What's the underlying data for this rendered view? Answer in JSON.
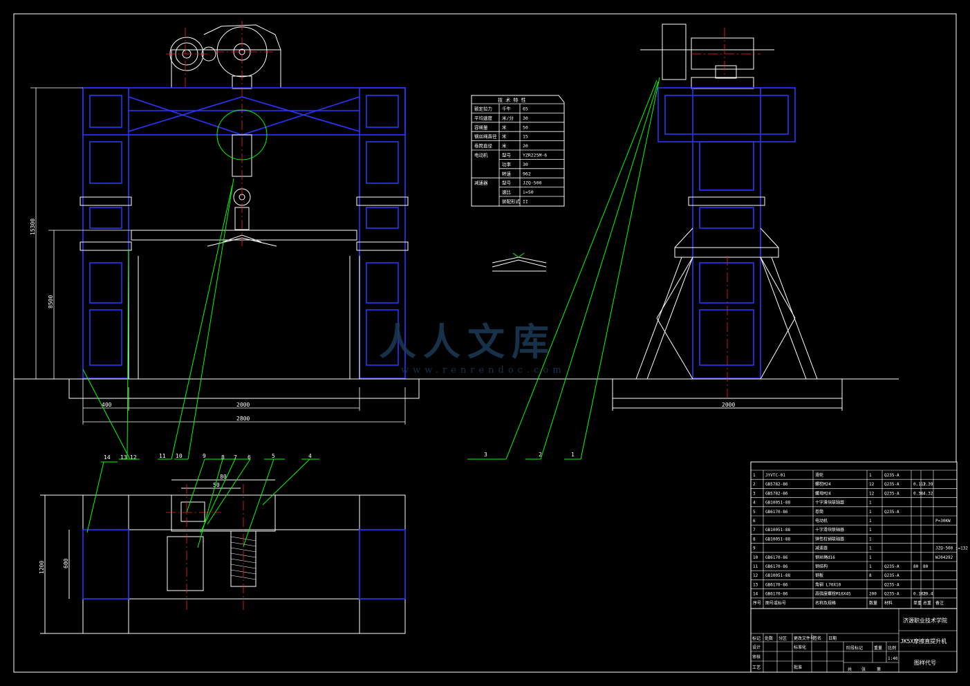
{
  "colors": {
    "background": "#000000",
    "frame": "#ffffff",
    "structure": "#2a35ff",
    "leader": "#00ff00",
    "centerline": "#ff2020",
    "text": "#ffffff",
    "watermark": "#1c3a55"
  },
  "dimensions": {
    "total_height": "15300",
    "inner_height": "8500",
    "left_offset": "400",
    "inner_width": "2000",
    "total_width": "2800",
    "side_width": "2000",
    "plan_width_a": "80",
    "plan_width_b": "50",
    "plan_height_a": "1200",
    "plan_height_b": "600"
  },
  "balloons": [
    "1",
    "2",
    "3",
    "4",
    "5",
    "6",
    "7",
    "8",
    "9",
    "10",
    "11",
    "12",
    "13",
    "14"
  ],
  "tech_table": {
    "title": "技 术 特 性",
    "rows": [
      {
        "label": "额定拉力",
        "unit": "千牛",
        "value": "65"
      },
      {
        "label": "平均速度",
        "unit": "米/分",
        "value": "30"
      },
      {
        "label": "容绳量",
        "unit": "米",
        "value": "50"
      },
      {
        "label": "钢丝绳直径",
        "unit": "米",
        "value": "15"
      },
      {
        "label": "卷筒直径",
        "unit": "米",
        "value": "20"
      },
      {
        "label": "电动机",
        "unit": "型号",
        "value": "YZR225M-6"
      },
      {
        "label": "",
        "unit": "功率",
        "value": "30"
      },
      {
        "label": "",
        "unit": "转速",
        "value": "962"
      },
      {
        "label": "减速器",
        "unit": "型号",
        "value": "JZQ-500"
      },
      {
        "label": "",
        "unit": "速比",
        "value": "i=50"
      },
      {
        "label": "",
        "unit": "装配形式",
        "value": "II"
      }
    ]
  },
  "parts_list": {
    "rows": [
      {
        "no": "1",
        "code": "JYVTC-01",
        "name": "滑轮",
        "qty": "1",
        "mat": "Q235-A",
        "w1": "",
        "w2": "",
        "note": ""
      },
      {
        "no": "2",
        "code": "GB5782-86",
        "name": "螺栓M24",
        "qty": "12",
        "mat": "Q235-A",
        "w1": "0.112",
        "w2": "1.39",
        "note": ""
      },
      {
        "no": "3",
        "code": "GB5782-86",
        "name": "螺母M24",
        "qty": "12",
        "mat": "Q235-A",
        "w1": "0.36",
        "w2": "4.32",
        "note": ""
      },
      {
        "no": "4",
        "code": "GB10051-88",
        "name": "十字滑块联轴器",
        "qty": "1",
        "mat": "",
        "w1": "",
        "w2": "",
        "note": ""
      },
      {
        "no": "5",
        "code": "GB6170-86",
        "name": "卷筒",
        "qty": "1",
        "mat": "Q235-A",
        "w1": "",
        "w2": "",
        "note": ""
      },
      {
        "no": "6",
        "code": "",
        "name": "电动机",
        "qty": "1",
        "mat": "",
        "w1": "",
        "w2": "",
        "note": "P=30KW"
      },
      {
        "no": "7",
        "code": "GB10051-88",
        "name": "十字滑块联轴器",
        "qty": "1",
        "mat": "",
        "w1": "",
        "w2": "",
        "note": ""
      },
      {
        "no": "8",
        "code": "GB10051-88",
        "name": "弹性柱销联轴器",
        "qty": "1",
        "mat": "",
        "w1": "",
        "w2": "",
        "note": ""
      },
      {
        "no": "9",
        "code": "",
        "name": "减速器",
        "qty": "1",
        "mat": "",
        "w1": "",
        "w2": "",
        "note": "JZQ-500 i=132"
      },
      {
        "no": "10",
        "code": "GB6170-86",
        "name": "钢丝绳d16",
        "qty": "1",
        "mat": "",
        "w1": "",
        "w2": "",
        "note": "WJ04292"
      },
      {
        "no": "11",
        "code": "GB6170-86",
        "name": "钢结构",
        "qty": "1",
        "mat": "Q235-A",
        "w1": "80",
        "w2": "80",
        "note": ""
      },
      {
        "no": "12",
        "code": "GB10051-88",
        "name": "钢板",
        "qty": "8",
        "mat": "Q235-A",
        "w1": "",
        "w2": "",
        "note": ""
      },
      {
        "no": "13",
        "code": "GB6170-86",
        "name": "角钢 L70X10",
        "qty": "",
        "mat": "Q235-A",
        "w1": "",
        "w2": "",
        "note": ""
      },
      {
        "no": "14",
        "code": "GB6170-86",
        "name": "高强度螺栓M16X45",
        "qty": "200",
        "mat": "Q235-A",
        "w1": "0.102",
        "w2": "20.4",
        "note": ""
      }
    ],
    "header": {
      "no": "序号",
      "code": "图号或标号",
      "name": "名称及规格",
      "qty": "数量",
      "mat": "材料",
      "w1": "单重",
      "w2": "总重",
      "note": "备注"
    }
  },
  "title_block": {
    "school": "济源职业技术学院",
    "drawing_title": "JK5X摩擦直提升机",
    "drawing_code": "图样代号",
    "scale": "1:40",
    "labels": {
      "mark": "标记",
      "count": "处数",
      "zone": "分区",
      "change_doc": "更改文件号",
      "sign": "签名",
      "date": "日期",
      "design": "设计",
      "std": "标准化",
      "stage": "阶段标记",
      "weight": "重量",
      "ratio": "比例",
      "review": "审核",
      "craft": "工艺",
      "approve": "批准",
      "sheets_total": "共",
      "sheets_sheet": "张",
      "sheet_no": "第"
    }
  },
  "watermark": {
    "brand": "人人文库",
    "url": "www.renrendoc.com"
  }
}
